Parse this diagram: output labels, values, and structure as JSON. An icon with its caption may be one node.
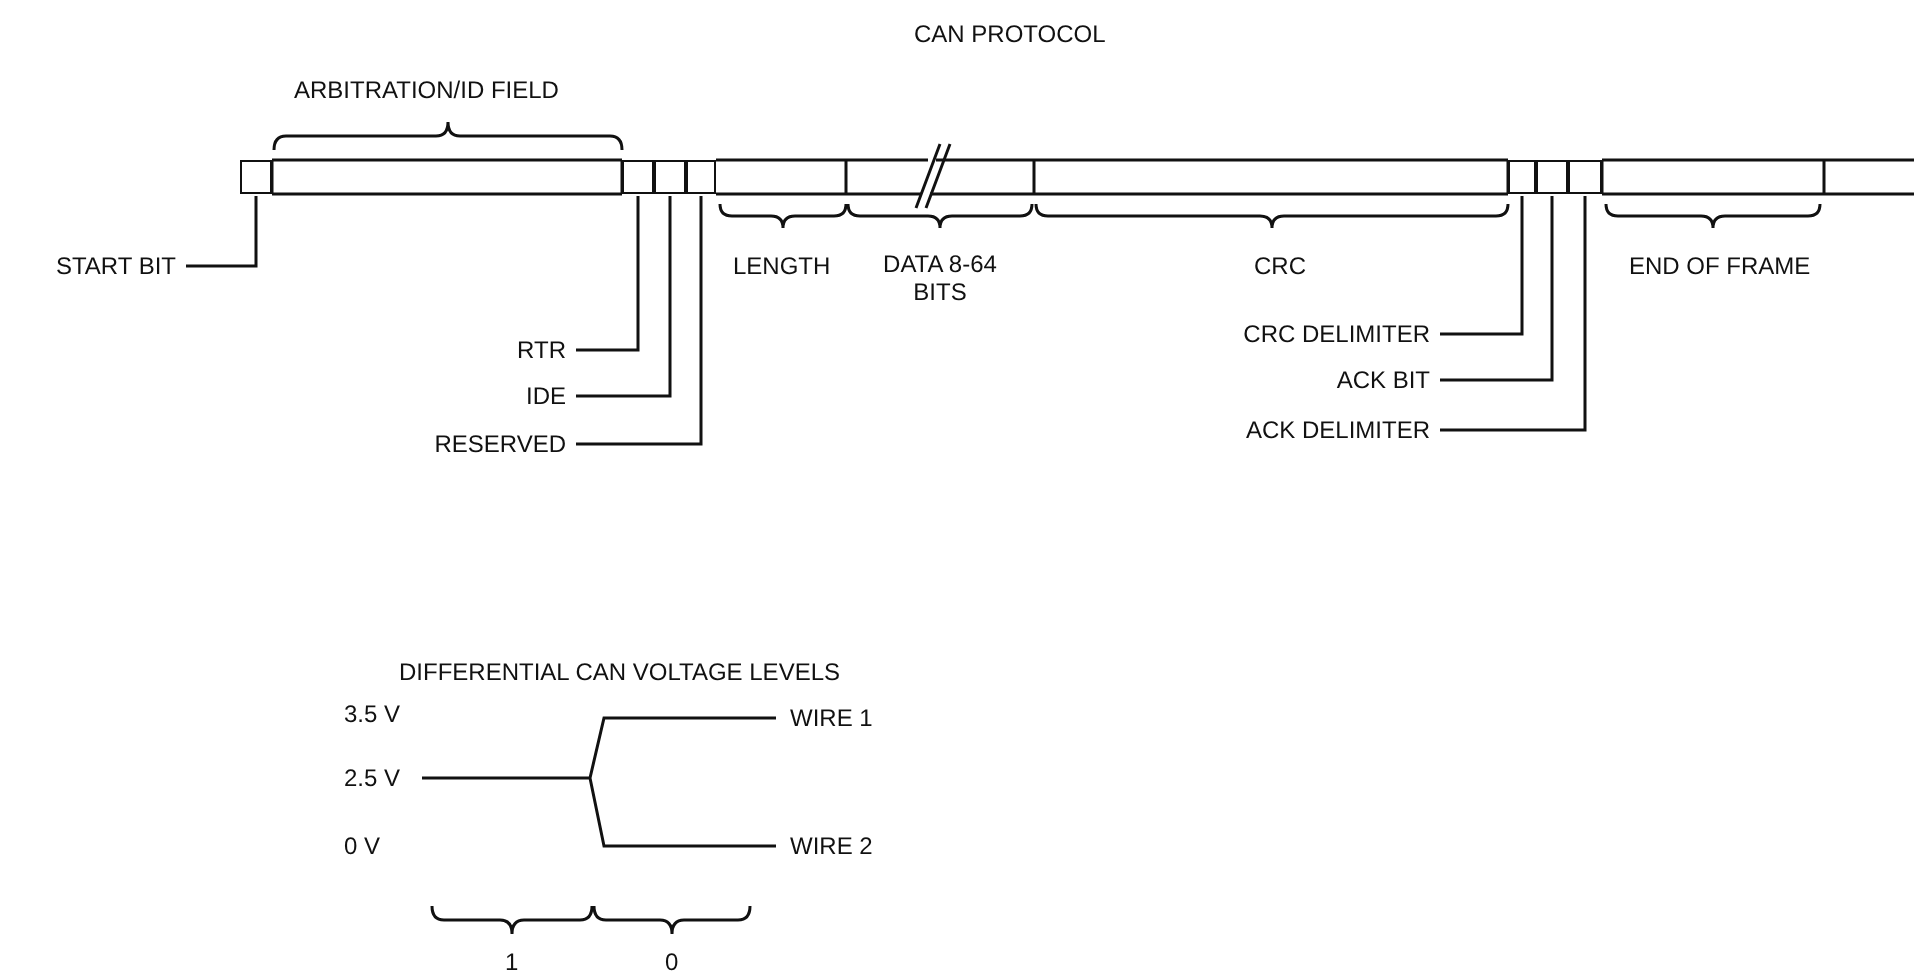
{
  "diagram": {
    "title": "CAN PROTOCOL",
    "nodes": [
      {
        "text": [],
        "shape": "box"
      },
      {
        "text": [],
        "shape": "box"
      },
      {
        "text": [],
        "shape": "box"
      },
      {
        "text": [],
        "shape": "box"
      },
      {
        "text": [],
        "shape": "box"
      },
      {
        "text": [],
        "shape": "box"
      },
      {
        "text": [],
        "shape": "box"
      },
      {
        "text": [
          "START BIT"
        ]
      },
      {
        "text": [
          "RTR"
        ]
      },
      {
        "text": [
          "IDE"
        ]
      },
      {
        "text": [
          "RESERVED"
        ]
      },
      {
        "text": [
          "CRC DELIMITER"
        ]
      },
      {
        "text": [
          "ACK BIT"
        ]
      },
      {
        "text": [
          "ACK DELIMITER"
        ]
      }
    ],
    "edges": [
      {
        "from": 7,
        "to": 0,
        "arrow": "none"
      },
      {
        "from": 8,
        "to": 1,
        "arrow": "none"
      },
      {
        "from": 9,
        "to": 2,
        "arrow": "none"
      },
      {
        "from": 10,
        "to": 3,
        "arrow": "none"
      },
      {
        "from": 11,
        "to": 4,
        "arrow": "none"
      },
      {
        "from": 12,
        "to": 5,
        "arrow": "none"
      },
      {
        "from": 13,
        "to": 6,
        "arrow": "none"
      }
    ],
    "labels": [
      "ARBITRATION/ID FIELD",
      "LENGTH",
      "DATA 8-64 BITS",
      "CRC",
      "END OF FRAME",
      "DIFFERENTIAL CAN VOLTAGE LEVELS",
      "3.5 V",
      "WIRE 1",
      "2.5 V",
      "0 V",
      "WIRE 2",
      "1",
      "0"
    ]
  }
}
